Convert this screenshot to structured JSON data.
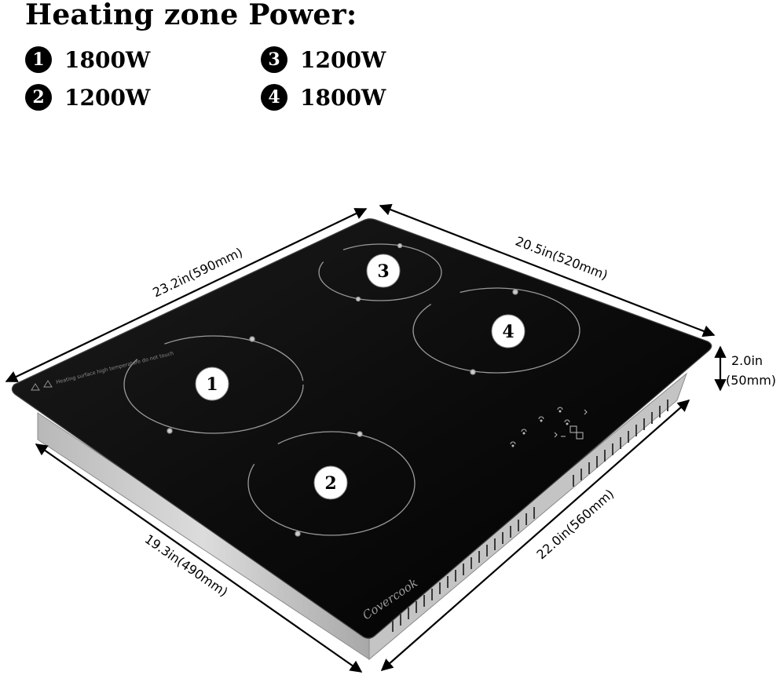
{
  "title": "Heating zone Power:",
  "zones": [
    {
      "number": "1",
      "power": "1800W"
    },
    {
      "number": "2",
      "power": "1200W"
    },
    {
      "number": "3",
      "power": "1200W"
    },
    {
      "number": "4",
      "power": "1800W"
    }
  ],
  "dimensions": {
    "back_left": "23.2in(590mm)",
    "back_right": "20.5in(520mm)",
    "front_left": "19.3in(490mm)",
    "front_right": "22.0in(560mm)",
    "height_in": "2.0in",
    "height_mm": "(50mm)"
  },
  "brand": "Covercook",
  "warning_text": "Heating surface high temperature do not touch"
}
